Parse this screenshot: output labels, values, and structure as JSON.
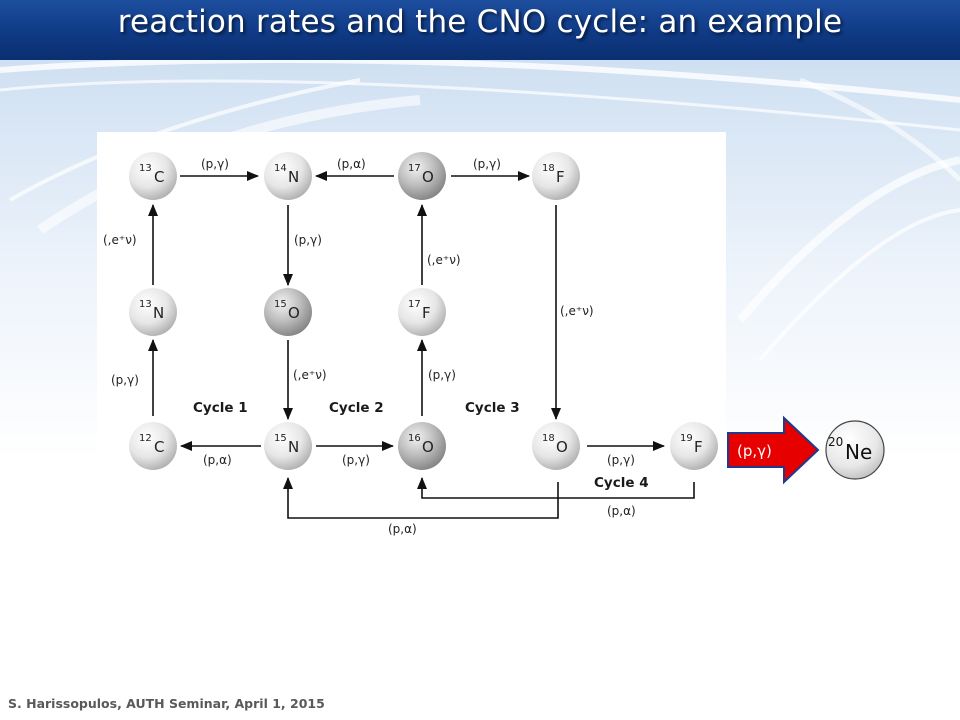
{
  "slide": {
    "title": "reaction rates and the CNO cycle: an example",
    "footer": "S. Harissopulos, AUTH Seminar, April 1, 2015"
  },
  "nuclei": [
    {
      "id": "c13",
      "mass": "13",
      "symbol": "C"
    },
    {
      "id": "n14",
      "mass": "14",
      "symbol": "N"
    },
    {
      "id": "o17",
      "mass": "17",
      "symbol": "O"
    },
    {
      "id": "f18",
      "mass": "18",
      "symbol": "F"
    },
    {
      "id": "n13",
      "mass": "13",
      "symbol": "N"
    },
    {
      "id": "o15",
      "mass": "15",
      "symbol": "O"
    },
    {
      "id": "f17",
      "mass": "17",
      "symbol": "F"
    },
    {
      "id": "c12",
      "mass": "12",
      "symbol": "C"
    },
    {
      "id": "n15",
      "mass": "15",
      "symbol": "N"
    },
    {
      "id": "o16",
      "mass": "16",
      "symbol": "O"
    },
    {
      "id": "o18",
      "mass": "18",
      "symbol": "O"
    },
    {
      "id": "f19",
      "mass": "19",
      "symbol": "F"
    }
  ],
  "reactions": {
    "c13_n14": "(p,γ)",
    "o17_n14": "(p,α)",
    "o17_f18": "(p,γ)",
    "n13_c13": "(,e⁺ν)",
    "n14_o15": "(p,γ)",
    "f17_o17": "(,e⁺ν)",
    "f18_o18": "(,e⁺ν)",
    "c12_n13": "(p,γ)",
    "o15_n15": "(,e⁺ν)",
    "o16_f17": "(p,γ)",
    "n15_c12": "(p,α)",
    "n15_o16": "(p,γ)",
    "o18_f19": "(p,γ)",
    "f19_o16": "(p,α)",
    "o18_n15": "(p,α)"
  },
  "cycles": [
    "Cycle 1",
    "Cycle 2",
    "Cycle 3",
    "Cycle 4"
  ],
  "extension": {
    "arrow_label": "(p,γ)",
    "product_mass": "20",
    "product_symbol": "Ne",
    "arrow_color": "#e60000"
  }
}
